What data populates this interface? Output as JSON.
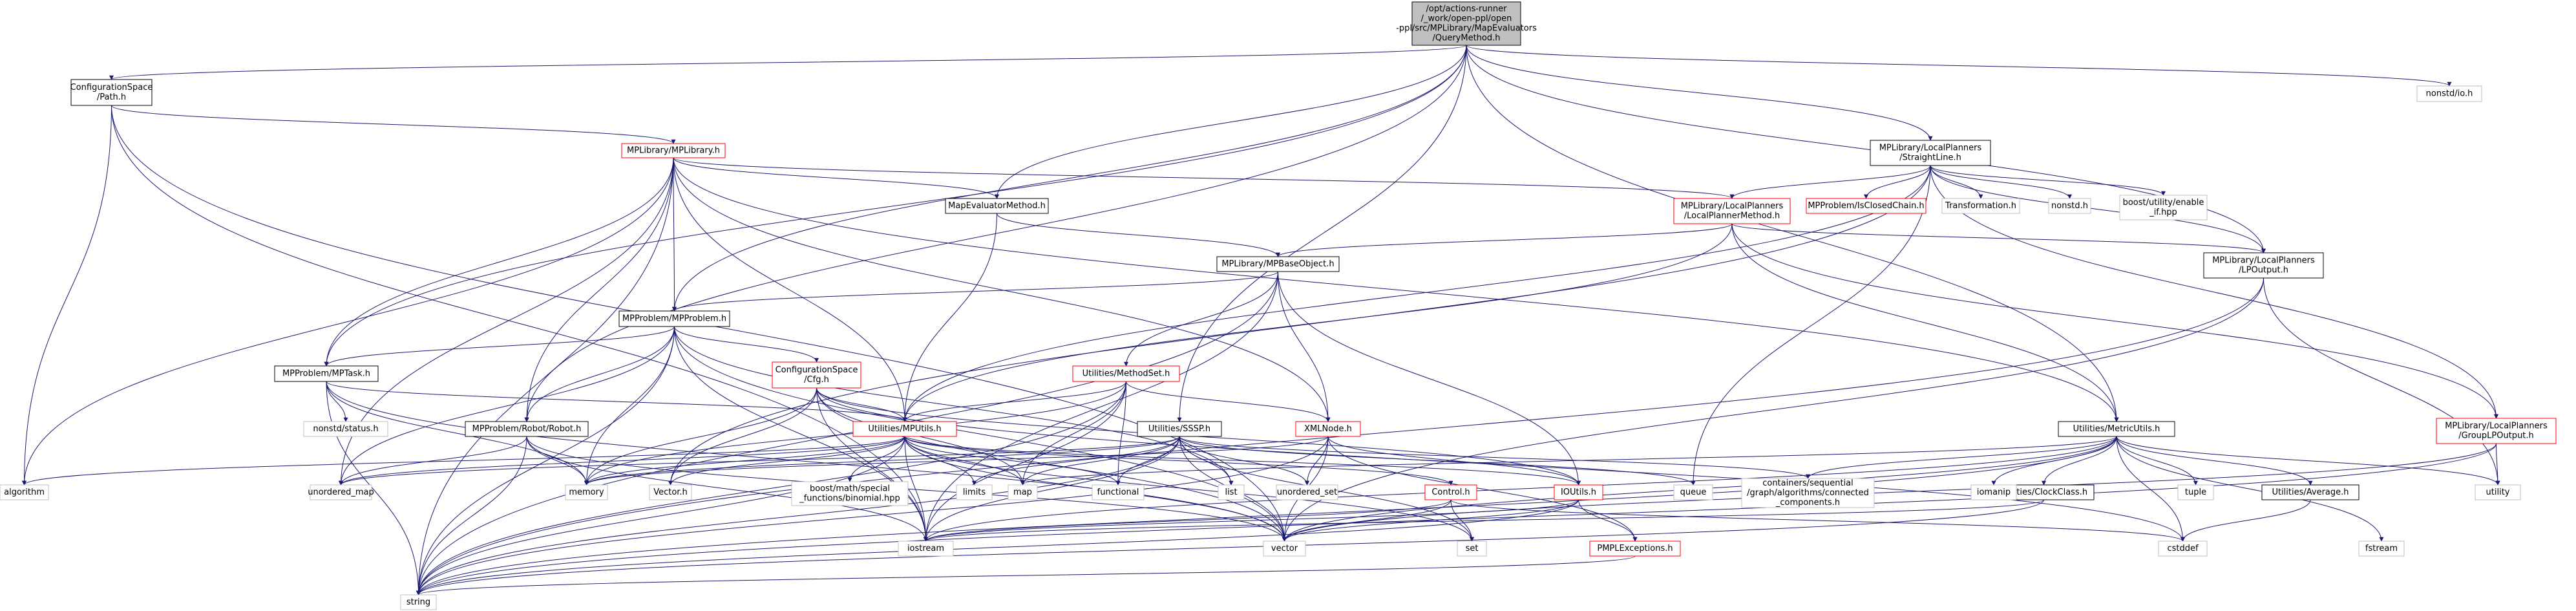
{
  "graph": {
    "root": "QueryMethod",
    "nodes": [
      {
        "id": "QueryMethod",
        "lines": [
          "/opt/actions-runner",
          "/_work/open-ppl/open",
          "-ppl/src/MPLibrary/MapEvaluators",
          "/QueryMethod.h"
        ],
        "style": "root"
      },
      {
        "id": "Path",
        "lines": [
          "ConfigurationSpace",
          "/Path.h"
        ],
        "style": "normal"
      },
      {
        "id": "MPLibrary",
        "lines": [
          "MPLibrary/MPLibrary.h"
        ],
        "style": "red"
      },
      {
        "id": "MapEvaluatorMethod",
        "lines": [
          "MapEvaluatorMethod.h"
        ],
        "style": "normal"
      },
      {
        "id": "MPBaseObject",
        "lines": [
          "MPLibrary/MPBaseObject.h"
        ],
        "style": "normal"
      },
      {
        "id": "MPProblem",
        "lines": [
          "MPProblem/MPProblem.h"
        ],
        "style": "normal"
      },
      {
        "id": "MPTask",
        "lines": [
          "MPProblem/MPTask.h"
        ],
        "style": "normal"
      },
      {
        "id": "Robot",
        "lines": [
          "MPProblem/Robot/Robot.h"
        ],
        "style": "normal"
      },
      {
        "id": "Cfg",
        "lines": [
          "ConfigurationSpace",
          "/Cfg.h"
        ],
        "style": "red"
      },
      {
        "id": "MethodSet",
        "lines": [
          "Utilities/MethodSet.h"
        ],
        "style": "red"
      },
      {
        "id": "MPUtils",
        "lines": [
          "Utilities/MPUtils.h"
        ],
        "style": "red"
      },
      {
        "id": "SSSP",
        "lines": [
          "Utilities/SSSP.h"
        ],
        "style": "normal"
      },
      {
        "id": "XMLNode",
        "lines": [
          "XMLNode.h"
        ],
        "style": "red"
      },
      {
        "id": "StraightLine",
        "lines": [
          "MPLibrary/LocalPlanners",
          "/StraightLine.h"
        ],
        "style": "normal"
      },
      {
        "id": "LocalPlannerMethod",
        "lines": [
          "MPLibrary/LocalPlanners",
          "/LocalPlannerMethod.h"
        ],
        "style": "red"
      },
      {
        "id": "IsClosedChain",
        "lines": [
          "MPProblem/IsClosedChain.h"
        ],
        "style": "red"
      },
      {
        "id": "Transformation",
        "lines": [
          "Transformation.h"
        ],
        "style": "gray"
      },
      {
        "id": "nonstd_h",
        "lines": [
          "nonstd.h"
        ],
        "style": "gray"
      },
      {
        "id": "enable_if",
        "lines": [
          "boost/utility/enable",
          "_if.hpp"
        ],
        "style": "gray"
      },
      {
        "id": "LPOutput",
        "lines": [
          "MPLibrary/LocalPlanners",
          "/LPOutput.h"
        ],
        "style": "normal"
      },
      {
        "id": "GroupLPOutput",
        "lines": [
          "MPLibrary/LocalPlanners",
          "/GroupLPOutput.h"
        ],
        "style": "red"
      },
      {
        "id": "MetricUtils",
        "lines": [
          "Utilities/MetricUtils.h"
        ],
        "style": "normal"
      },
      {
        "id": "nonstd_io",
        "lines": [
          "nonstd/io.h"
        ],
        "style": "gray"
      },
      {
        "id": "nonstd_status",
        "lines": [
          "nonstd/status.h"
        ],
        "style": "gray"
      },
      {
        "id": "Control",
        "lines": [
          "Control.h"
        ],
        "style": "red"
      },
      {
        "id": "IOUtils",
        "lines": [
          "IOUtils.h"
        ],
        "style": "red"
      },
      {
        "id": "PMPLExceptions",
        "lines": [
          "PMPLExceptions.h"
        ],
        "style": "red"
      },
      {
        "id": "ClockClass",
        "lines": [
          "Utilities/ClockClass.h"
        ],
        "style": "normal"
      },
      {
        "id": "Average",
        "lines": [
          "Utilities/Average.h"
        ],
        "style": "normal"
      },
      {
        "id": "algorithm",
        "lines": [
          "algorithm"
        ],
        "style": "gray"
      },
      {
        "id": "unordered_map",
        "lines": [
          "unordered_map"
        ],
        "style": "gray"
      },
      {
        "id": "memory",
        "lines": [
          "memory"
        ],
        "style": "gray"
      },
      {
        "id": "Vector",
        "lines": [
          "Vector.h"
        ],
        "style": "gray"
      },
      {
        "id": "binomial",
        "lines": [
          "boost/math/special",
          "_functions/binomial.hpp"
        ],
        "style": "gray"
      },
      {
        "id": "limits",
        "lines": [
          "limits"
        ],
        "style": "gray"
      },
      {
        "id": "map",
        "lines": [
          "map"
        ],
        "style": "gray"
      },
      {
        "id": "functional",
        "lines": [
          "functional"
        ],
        "style": "gray"
      },
      {
        "id": "list",
        "lines": [
          "list"
        ],
        "style": "gray"
      },
      {
        "id": "unordered_set",
        "lines": [
          "unordered_set"
        ],
        "style": "gray"
      },
      {
        "id": "queue",
        "lines": [
          "queue"
        ],
        "style": "gray"
      },
      {
        "id": "connected_components",
        "lines": [
          "containers/sequential",
          "/graph/algorithms/connected",
          "_components.h"
        ],
        "style": "gray"
      },
      {
        "id": "iomanip",
        "lines": [
          "iomanip"
        ],
        "style": "gray"
      },
      {
        "id": "tuple",
        "lines": [
          "tuple"
        ],
        "style": "gray"
      },
      {
        "id": "utility",
        "lines": [
          "utility"
        ],
        "style": "gray"
      },
      {
        "id": "set",
        "lines": [
          "set"
        ],
        "style": "gray"
      },
      {
        "id": "iostream",
        "lines": [
          "iostream"
        ],
        "style": "gray"
      },
      {
        "id": "vector",
        "lines": [
          "vector"
        ],
        "style": "gray"
      },
      {
        "id": "cstddef",
        "lines": [
          "cstddef"
        ],
        "style": "gray"
      },
      {
        "id": "fstream",
        "lines": [
          "fstream"
        ],
        "style": "gray"
      },
      {
        "id": "string",
        "lines": [
          "string"
        ],
        "style": "gray"
      }
    ],
    "edges": [
      [
        "QueryMethod",
        "Path"
      ],
      [
        "QueryMethod",
        "MapEvaluatorMethod"
      ],
      [
        "QueryMethod",
        "MPProblem"
      ],
      [
        "QueryMethod",
        "MPTask"
      ],
      [
        "QueryMethod",
        "Robot"
      ],
      [
        "QueryMethod",
        "SSSP"
      ],
      [
        "QueryMethod",
        "StraightLine"
      ],
      [
        "QueryMethod",
        "LPOutput"
      ],
      [
        "QueryMethod",
        "MetricUtils"
      ],
      [
        "QueryMethod",
        "nonstd_io"
      ],
      [
        "Path",
        "MPLibrary"
      ],
      [
        "Path",
        "algorithm"
      ],
      [
        "Path",
        "vector"
      ],
      [
        "Path",
        "iostream"
      ],
      [
        "MPLibrary",
        "MapEvaluatorMethod"
      ],
      [
        "MPLibrary",
        "MPProblem"
      ],
      [
        "MPLibrary",
        "MPTask"
      ],
      [
        "MPLibrary",
        "Robot"
      ],
      [
        "MPLibrary",
        "MPUtils"
      ],
      [
        "MPLibrary",
        "XMLNode"
      ],
      [
        "MPLibrary",
        "LocalPlannerMethod"
      ],
      [
        "MPLibrary",
        "MetricUtils"
      ],
      [
        "MPLibrary",
        "algorithm"
      ],
      [
        "MPLibrary",
        "unordered_map"
      ],
      [
        "MPLibrary",
        "string"
      ],
      [
        "MapEvaluatorMethod",
        "MPBaseObject"
      ],
      [
        "MapEvaluatorMethod",
        "MPUtils"
      ],
      [
        "MPBaseObject",
        "MPProblem"
      ],
      [
        "MPBaseObject",
        "MethodSet"
      ],
      [
        "MPBaseObject",
        "XMLNode"
      ],
      [
        "MPBaseObject",
        "IOUtils"
      ],
      [
        "MPBaseObject",
        "string"
      ],
      [
        "MPBaseObject",
        "iostream"
      ],
      [
        "MPProblem",
        "Cfg"
      ],
      [
        "MPProblem",
        "MPTask"
      ],
      [
        "MPProblem",
        "Robot"
      ],
      [
        "MPProblem",
        "memory"
      ],
      [
        "MPProblem",
        "string"
      ],
      [
        "MPProblem",
        "list"
      ],
      [
        "MPProblem",
        "unordered_map"
      ],
      [
        "MPProblem",
        "vector"
      ],
      [
        "MPProblem",
        "iostream"
      ],
      [
        "MPTask",
        "nonstd_status"
      ],
      [
        "MPTask",
        "MPUtils"
      ],
      [
        "MPTask",
        "memory"
      ],
      [
        "MPTask",
        "string"
      ],
      [
        "MPTask",
        "vector"
      ],
      [
        "Robot",
        "memory"
      ],
      [
        "Robot",
        "unordered_map"
      ],
      [
        "Robot",
        "string"
      ],
      [
        "Robot",
        "vector"
      ],
      [
        "Robot",
        "iostream"
      ],
      [
        "Cfg",
        "MPUtils"
      ],
      [
        "Cfg",
        "memory"
      ],
      [
        "Cfg",
        "Vector"
      ],
      [
        "Cfg",
        "vector"
      ],
      [
        "Cfg",
        "iostream"
      ],
      [
        "Cfg",
        "map"
      ],
      [
        "Cfg",
        "IOUtils"
      ],
      [
        "Cfg",
        "cstddef"
      ],
      [
        "MethodSet",
        "MPUtils"
      ],
      [
        "MethodSet",
        "XMLNode"
      ],
      [
        "MethodSet",
        "map"
      ],
      [
        "MethodSet",
        "functional"
      ],
      [
        "MethodSet",
        "iostream"
      ],
      [
        "MethodSet",
        "string"
      ],
      [
        "MethodSet",
        "memory"
      ],
      [
        "MPUtils",
        "Control"
      ],
      [
        "MPUtils",
        "IOUtils"
      ],
      [
        "MPUtils",
        "algorithm"
      ],
      [
        "MPUtils",
        "unordered_map"
      ],
      [
        "MPUtils",
        "memory"
      ],
      [
        "MPUtils",
        "Vector"
      ],
      [
        "MPUtils",
        "binomial"
      ],
      [
        "MPUtils",
        "limits"
      ],
      [
        "MPUtils",
        "map"
      ],
      [
        "MPUtils",
        "functional"
      ],
      [
        "MPUtils",
        "iostream"
      ],
      [
        "MPUtils",
        "vector"
      ],
      [
        "MPUtils",
        "string"
      ],
      [
        "MPUtils",
        "set"
      ],
      [
        "SSSP",
        "functional"
      ],
      [
        "SSSP",
        "limits"
      ],
      [
        "SSSP",
        "list"
      ],
      [
        "SSSP",
        "map"
      ],
      [
        "SSSP",
        "memory"
      ],
      [
        "SSSP",
        "queue"
      ],
      [
        "SSSP",
        "unordered_set"
      ],
      [
        "SSSP",
        "unordered_map"
      ],
      [
        "SSSP",
        "vector"
      ],
      [
        "SSSP",
        "iostream"
      ],
      [
        "SSSP",
        "string"
      ],
      [
        "SSSP",
        "set"
      ],
      [
        "SSSP",
        "connected_components"
      ],
      [
        "XMLNode",
        "IOUtils"
      ],
      [
        "XMLNode",
        "PMPLExceptions"
      ],
      [
        "XMLNode",
        "unordered_set"
      ],
      [
        "XMLNode",
        "vector"
      ],
      [
        "XMLNode",
        "string"
      ],
      [
        "XMLNode",
        "memory"
      ],
      [
        "StraightLine",
        "LocalPlannerMethod"
      ],
      [
        "StraightLine",
        "IsClosedChain"
      ],
      [
        "StraightLine",
        "Transformation"
      ],
      [
        "StraightLine",
        "nonstd_h"
      ],
      [
        "StraightLine",
        "enable_if"
      ],
      [
        "StraightLine",
        "LPOutput"
      ],
      [
        "StraightLine",
        "GroupLPOutput"
      ],
      [
        "StraightLine",
        "queue"
      ],
      [
        "StraightLine",
        "Vector"
      ],
      [
        "StraightLine",
        "MPUtils"
      ],
      [
        "LocalPlannerMethod",
        "MPBaseObject"
      ],
      [
        "LocalPlannerMethod",
        "LPOutput"
      ],
      [
        "LocalPlannerMethod",
        "GroupLPOutput"
      ],
      [
        "LocalPlannerMethod",
        "MetricUtils"
      ],
      [
        "LocalPlannerMethod",
        "MPUtils"
      ],
      [
        "LPOutput",
        "utility"
      ],
      [
        "LPOutput",
        "vector"
      ],
      [
        "LPOutput",
        "string"
      ],
      [
        "GroupLPOutput",
        "utility"
      ],
      [
        "GroupLPOutput",
        "vector"
      ],
      [
        "GroupLPOutput",
        "string"
      ],
      [
        "MetricUtils",
        "ClockClass"
      ],
      [
        "MetricUtils",
        "Average"
      ],
      [
        "MetricUtils",
        "iomanip"
      ],
      [
        "MetricUtils",
        "tuple"
      ],
      [
        "MetricUtils",
        "utility"
      ],
      [
        "MetricUtils",
        "fstream"
      ],
      [
        "MetricUtils",
        "cstddef"
      ],
      [
        "MetricUtils",
        "vector"
      ],
      [
        "MetricUtils",
        "iostream"
      ],
      [
        "MetricUtils",
        "string"
      ],
      [
        "MetricUtils",
        "map"
      ],
      [
        "MetricUtils",
        "connected_components"
      ],
      [
        "Control",
        "iostream"
      ],
      [
        "Control",
        "set"
      ],
      [
        "Control",
        "vector"
      ],
      [
        "Control",
        "cstddef"
      ],
      [
        "IOUtils",
        "PMPLExceptions"
      ],
      [
        "IOUtils",
        "string"
      ],
      [
        "IOUtils",
        "vector"
      ],
      [
        "IOUtils",
        "iostream"
      ],
      [
        "PMPLExceptions",
        "string"
      ],
      [
        "ClockClass",
        "string"
      ],
      [
        "ClockClass",
        "iostream"
      ],
      [
        "Average",
        "cstddef"
      ]
    ]
  },
  "colors": {
    "root_fill": "#bfbfbf",
    "node_border": "#000000",
    "red_border": "#ff0000",
    "gray_border": "#bfbfbf",
    "edge": "#191970",
    "text": "#000000"
  }
}
